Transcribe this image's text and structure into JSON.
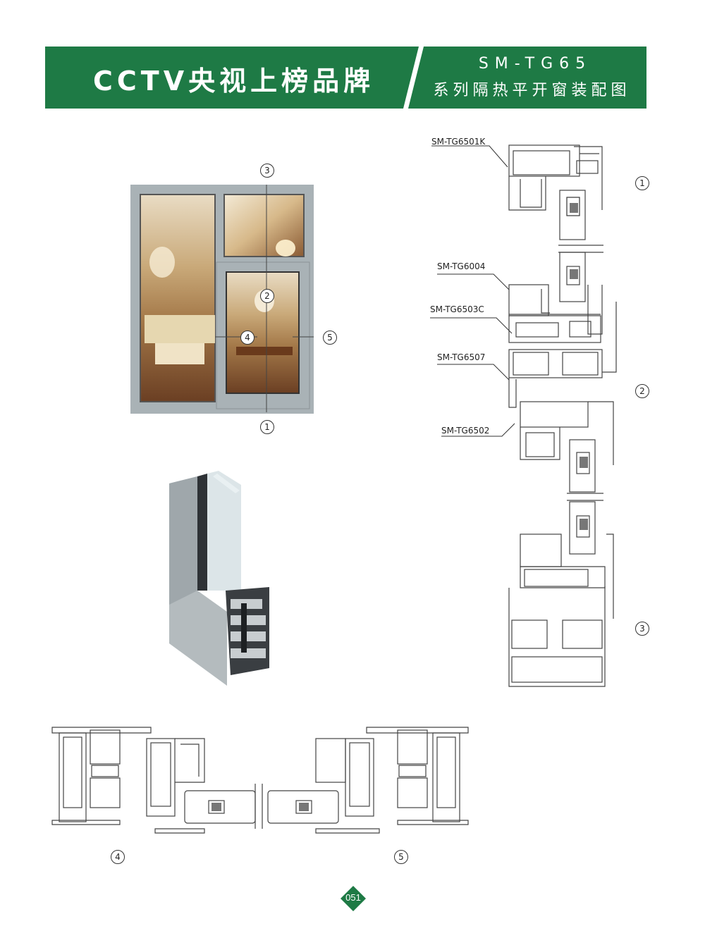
{
  "header": {
    "brand_title": "CCTV央视上榜品牌",
    "model": "SM-TG65",
    "subtitle": "系列隔热平开窗装配图",
    "green": "#1e7a45"
  },
  "profiles": {
    "p1": "SM-TG6501K",
    "p2": "SM-TG6004",
    "p3": "SM-TG6503C",
    "p4": "SM-TG6507",
    "p5": "SM-TG6502"
  },
  "callouts": {
    "c1": "1",
    "c2": "2",
    "c3": "3",
    "c4": "4",
    "c5": "5"
  },
  "page_number": "051"
}
